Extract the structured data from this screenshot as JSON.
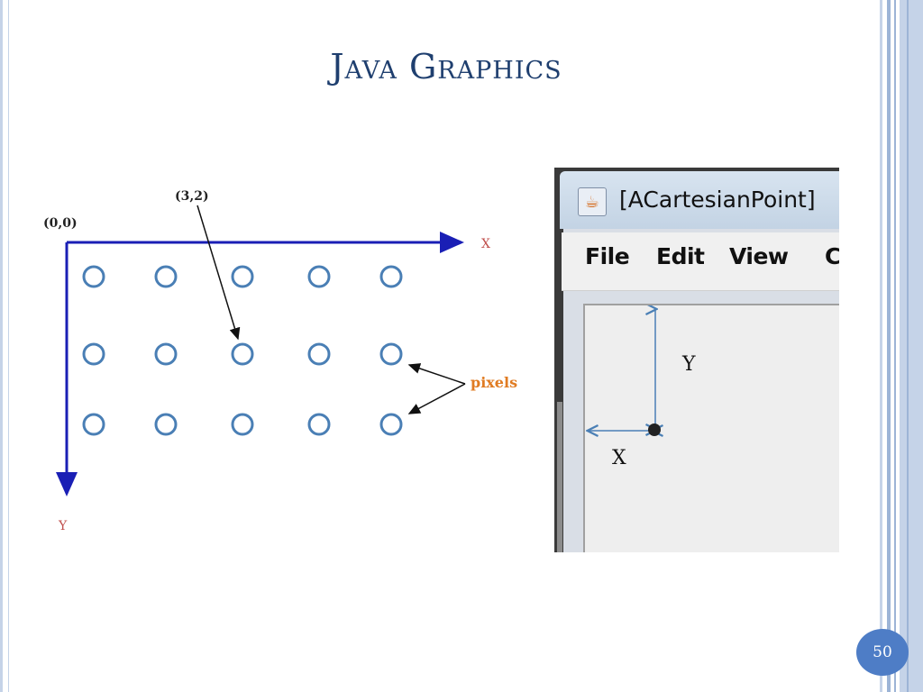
{
  "slide": {
    "title": "Java Graphics",
    "page_number": "50"
  },
  "grid_diagram": {
    "origin_label": "(0,0)",
    "point_label": "(3,2)",
    "x_axis_label": "X",
    "y_axis_label": "Y",
    "pixels_label": "pixels",
    "axis_color": "#1a1fb5",
    "pixel_color": "#4a7fb5",
    "axis_label_color": "#c0504d",
    "pixels_label_color": "#e07b22"
  },
  "window": {
    "title": "[ACartesianPoint]",
    "app_icon": "java-cup-icon",
    "menu": [
      "File",
      "Edit",
      "View",
      "C"
    ],
    "y_label": "Y",
    "x_label": "X",
    "arrow_color": "#4a7fb5"
  }
}
